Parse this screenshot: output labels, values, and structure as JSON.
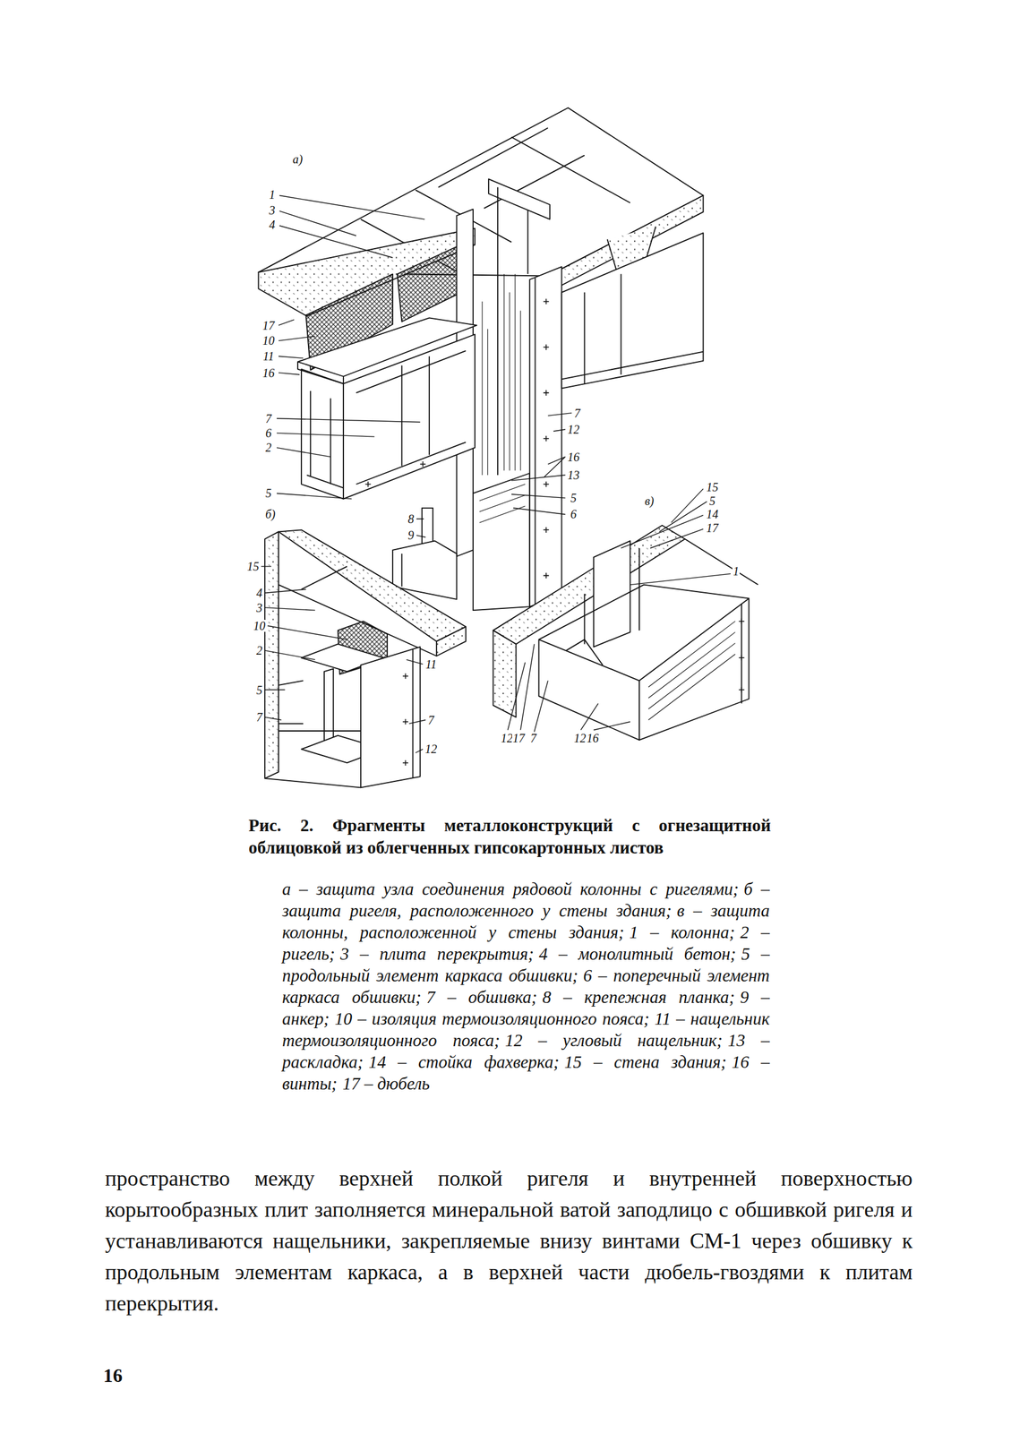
{
  "diagram": {
    "caption": "Рис. 2. Фрагменты металлоконструкций с огнезащитной облицовкой из облегченных гипсокартонных листов",
    "labels": [
      "а)",
      "1",
      "3",
      "4",
      "17",
      "10",
      "11",
      "16",
      "7",
      "6",
      "2",
      "5",
      "7",
      "12",
      "16",
      "13",
      "5",
      "6",
      "8",
      "9",
      "б)",
      "15",
      "4",
      "3",
      "10",
      "2",
      "5",
      "7",
      "11",
      "7",
      "12",
      "в)",
      "15",
      "5",
      "14",
      "17",
      "1",
      "12",
      "17",
      "7",
      "12",
      "16",
      "а – защита узла соединения рядовой колонны с ригелями;",
      "б – защита ригеля, расположенного у стены здания;",
      "в – защита колонны, расположенной у стены здания;",
      "1 – колонна;",
      "2 – ригель;",
      "3 – плита перекрытия;",
      "4 – монолитный бетон;",
      "5 – продольный элемент каркаса обшивки;",
      "6 – поперечный элемент каркаса обшивки;",
      "7 – обшивка;",
      "8 – крепежная планка;",
      "9 – анкер;",
      "10 – изоляция термоизоляционного пояса;",
      "11 – нащельник термоизоляционного пояса;",
      "12 – угловый нащельник;",
      "13 – раскладка;",
      "14 – стойка фахверка;",
      "15 – стена здания;",
      "16 – винты;",
      "17 – дюбель",
      "пространство между верхней полкой ригеля и внутренней поверхностью корытообразных плит заполняется минеральной ватой заподлицо с обшивкой ригеля и устанавливаются нащельники, закрепляемые внизу винтами СМ-1 через обшивку к продольным элементам каркаса, а в верхней части дюбель-гвоздями к плитам перекрытия.",
      "16"
    ]
  }
}
